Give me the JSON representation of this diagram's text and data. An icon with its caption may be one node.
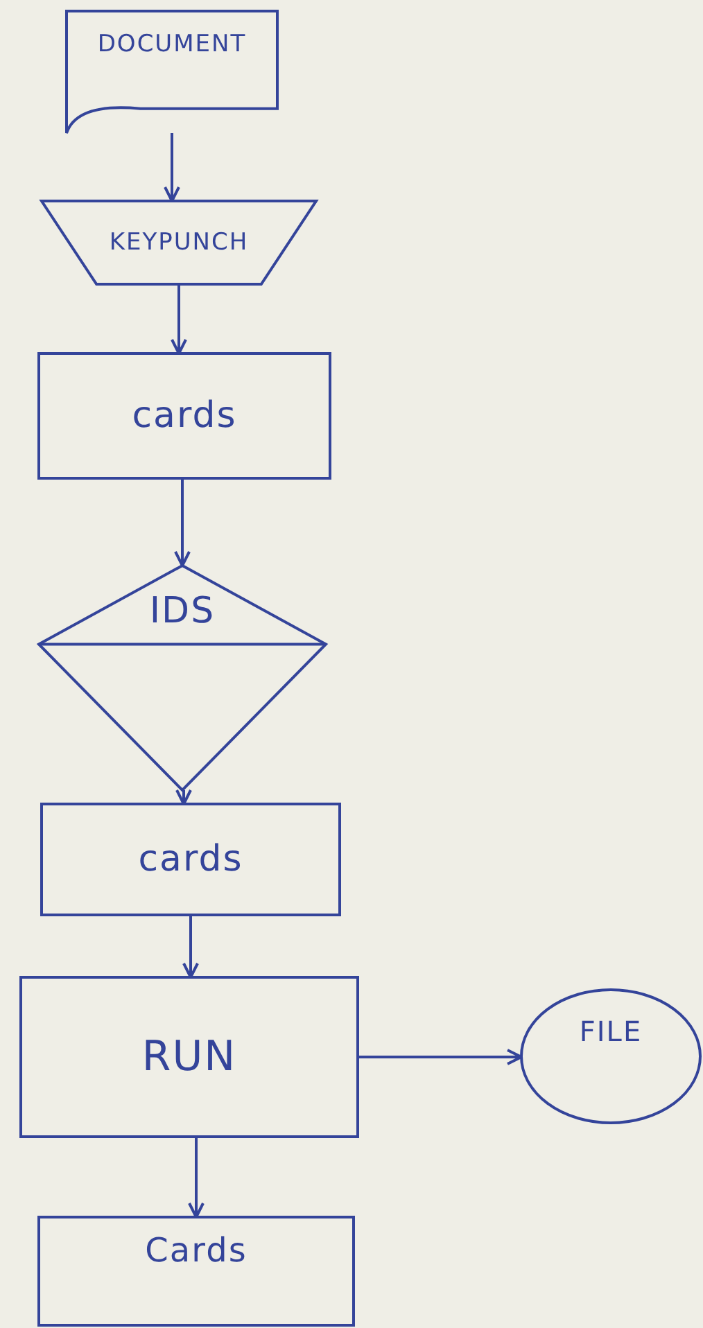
{
  "diagram": {
    "nodes": [
      {
        "text": [
          "DOCUMENT"
        ]
      },
      {
        "text": [
          "KEYPUNCH"
        ]
      },
      {
        "text": [
          "cards"
        ]
      },
      {
        "text": [
          "IDS"
        ]
      },
      {
        "text": [
          "cards"
        ]
      },
      {
        "text": [
          "RUN"
        ]
      },
      {
        "text": [
          "FILE"
        ]
      },
      {
        "text": [
          "Cards"
        ]
      }
    ],
    "edges": [
      {
        "from": 0,
        "to": 1,
        "arrow": "to"
      },
      {
        "from": 1,
        "to": 2,
        "arrow": "to"
      },
      {
        "from": 2,
        "to": 3,
        "arrow": "to"
      },
      {
        "from": 3,
        "to": 4,
        "arrow": "to"
      },
      {
        "from": 4,
        "to": 5,
        "arrow": "to"
      },
      {
        "from": 5,
        "to": 6,
        "arrow": "to"
      },
      {
        "from": 5,
        "to": 7,
        "arrow": "to"
      }
    ]
  }
}
